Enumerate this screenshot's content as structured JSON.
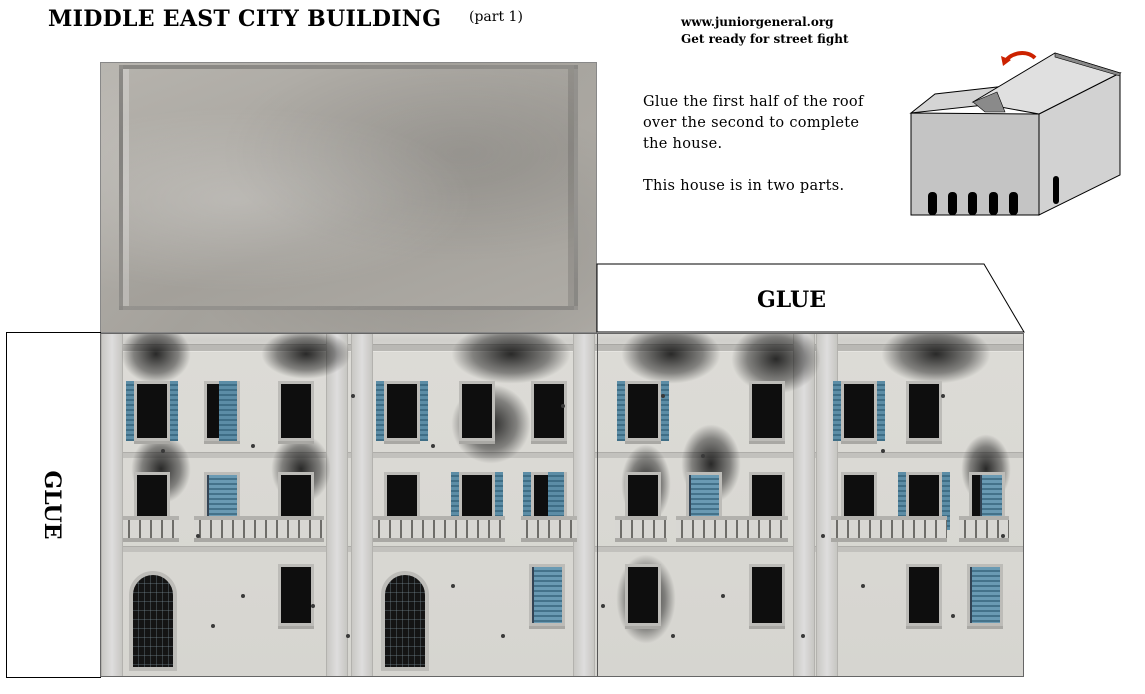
{
  "header": {
    "title": "MIDDLE EAST CITY BUILDING",
    "part": "(part 1)",
    "site": "www.juniorgeneral.org",
    "tagline": "Get ready for street fight"
  },
  "instructions": {
    "line1": "Glue the first half of the roof over the second to complete the house.",
    "line2": "This house is in two parts."
  },
  "glue_labels": {
    "top_tab": "GLUE",
    "side_tab": "GLUE"
  },
  "colors": {
    "shutter": "#5c8da6",
    "wall": "#d6d5d0",
    "roof": "#a9a6a0",
    "arrow": "#cc2200",
    "diagram_box": "#c8c8c8"
  },
  "icons": {
    "diagram": "house-assembly-diagram",
    "arrow": "curved-arrow-icon"
  }
}
